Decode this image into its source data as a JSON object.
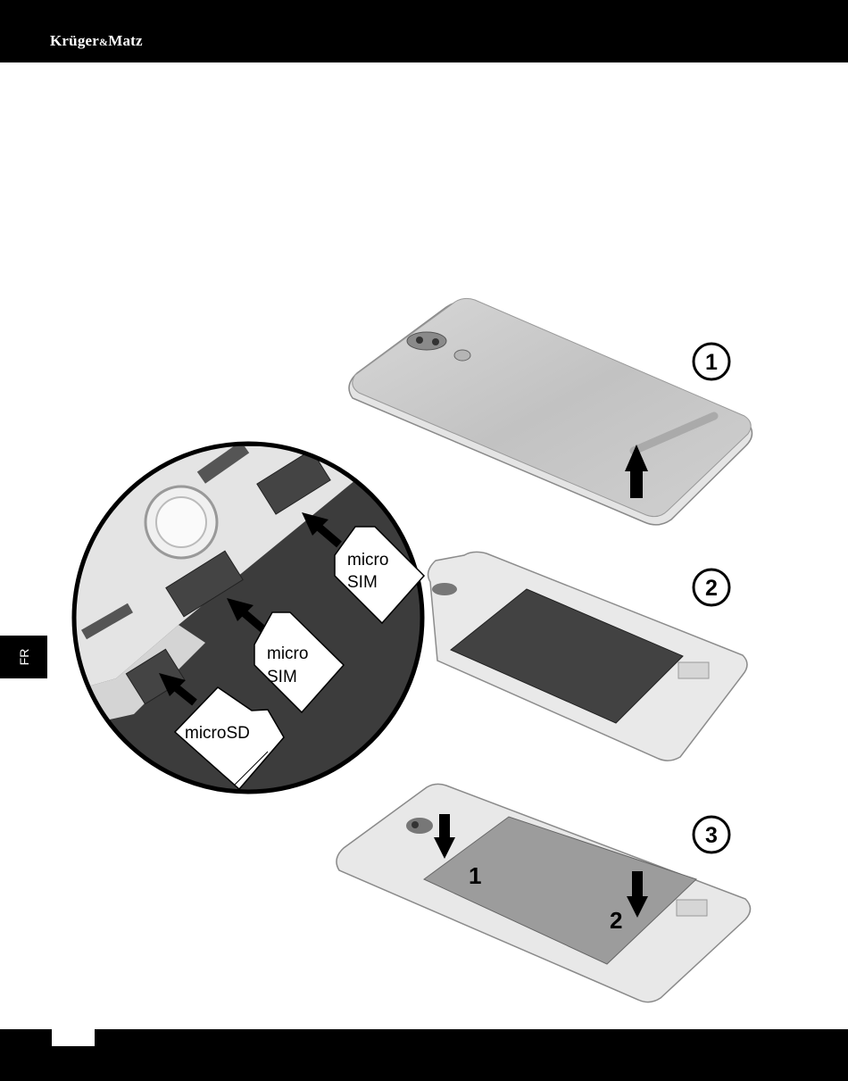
{
  "header": {
    "brand_main": "Krüger",
    "brand_amp": "&",
    "brand_tail": "Matz"
  },
  "side_tab": {
    "language": "FR"
  },
  "steps": [
    {
      "number": "1"
    },
    {
      "number": "2"
    },
    {
      "number": "3"
    }
  ],
  "zoom_labels": {
    "sim1_line1": "micro",
    "sim1_line2": "SIM",
    "sim2_line1": "micro",
    "sim2_line2": "SIM",
    "sd": "microSD"
  },
  "step3_arrows": {
    "first": "1",
    "second": "2"
  },
  "colors": {
    "bar": "#000000",
    "phone_body": "#c9c9c9",
    "battery": "#404040",
    "zoom_bg": "#3c3c3c"
  }
}
